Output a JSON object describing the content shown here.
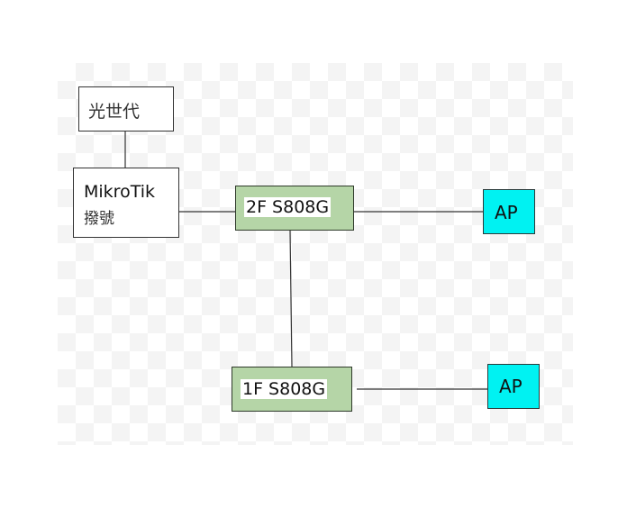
{
  "diagram": {
    "nodes": {
      "guangshidai": {
        "label": "光世代"
      },
      "mikrotik": {
        "line1": "MikroTik",
        "line2": "撥號"
      },
      "switch_2f": {
        "label": "2F S808G"
      },
      "switch_1f": {
        "label": "1F S808G"
      },
      "ap_top": {
        "label": "AP"
      },
      "ap_bottom": {
        "label": "AP"
      }
    },
    "edges": [
      {
        "from": "光世代",
        "to": "MikroTik 撥號"
      },
      {
        "from": "MikroTik 撥號",
        "to": "2F S808G"
      },
      {
        "from": "2F S808G",
        "to": "AP"
      },
      {
        "from": "2F S808G",
        "to": "1F S808G"
      },
      {
        "from": "1F S808G",
        "to": "AP"
      }
    ],
    "colors": {
      "switch_fill": "#b5d5a7",
      "ap_fill": "#00f2f2",
      "node_fill": "#ffffff",
      "line": "#333333"
    }
  }
}
